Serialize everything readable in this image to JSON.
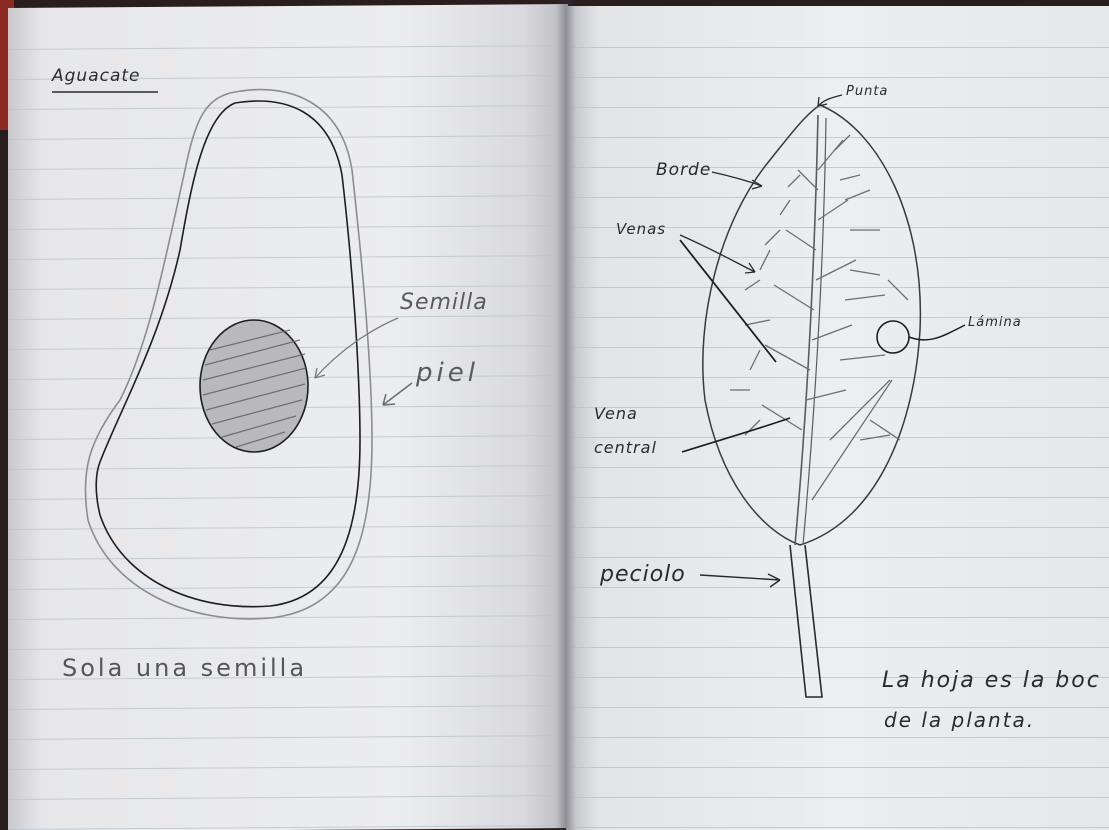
{
  "title": "Aguacate",
  "avocado": {
    "seed_label": "Semilla",
    "skin_label": "piel",
    "caption": "Sola una semilla"
  },
  "leaf": {
    "tip_label": "Punta",
    "edge_label": "Borde",
    "veins_label": "Venas",
    "blade_label": "Lámina",
    "central_vein_label_line1": "Vena",
    "central_vein_label_line2": "central",
    "petiole_label": "peciolo",
    "note_line1": "La hoja es la boc",
    "note_line2": "de la planta."
  },
  "colors": {
    "ink": "#2b2b2b",
    "pencil": "#7a7a80",
    "paper": "#eceef1",
    "rule_line": "#b8c3cc"
  }
}
